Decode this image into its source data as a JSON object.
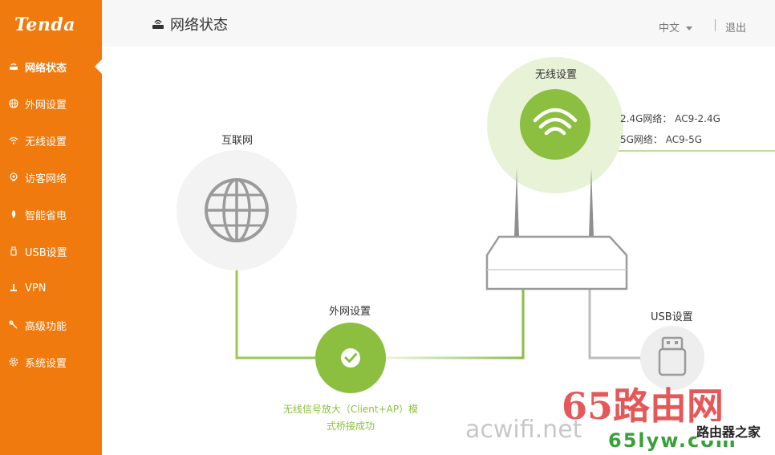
{
  "brand": {
    "logo_text": "Tenda"
  },
  "sidebar": {
    "items": [
      {
        "label": "网络状态",
        "icon": "network-status-icon",
        "active": true
      },
      {
        "label": "外网设置",
        "icon": "globe-icon",
        "active": false
      },
      {
        "label": "无线设置",
        "icon": "wifi-icon",
        "active": false
      },
      {
        "label": "访客网络",
        "icon": "guest-icon",
        "active": false
      },
      {
        "label": "智能省电",
        "icon": "power-save-icon",
        "active": false
      },
      {
        "label": "USB设置",
        "icon": "usb-icon",
        "active": false
      },
      {
        "label": "VPN",
        "icon": "vpn-icon",
        "active": false
      },
      {
        "label": "高级功能",
        "icon": "tools-icon",
        "active": false
      },
      {
        "label": "系统设置",
        "icon": "gear-icon",
        "active": false
      }
    ]
  },
  "header": {
    "title": "网络状态",
    "language": "中文",
    "logout": "退出"
  },
  "diagram": {
    "internet_label": "互联网",
    "wan_label": "外网设置",
    "wan_status_line1": "无线信号放大（Client+AP）模",
    "wan_status_line2": "式桥接成功",
    "wireless_label": "无线设置",
    "ssid_24": "2.4G网络： AC9-2.4G",
    "ssid_5": "5G网络： AC9-5G",
    "usb_label": "USB设置"
  },
  "watermark": {
    "brand_cn": "65路由网",
    "domain": "acwifi.net",
    "domain2": "65lyw.com",
    "site_cn": "路由器之家"
  },
  "colors": {
    "sidebar_bg": "#f07a0e",
    "accent_green": "#8cbf3f",
    "halo_green": "#e7f2d6",
    "header_bg": "#f7f7f7"
  }
}
